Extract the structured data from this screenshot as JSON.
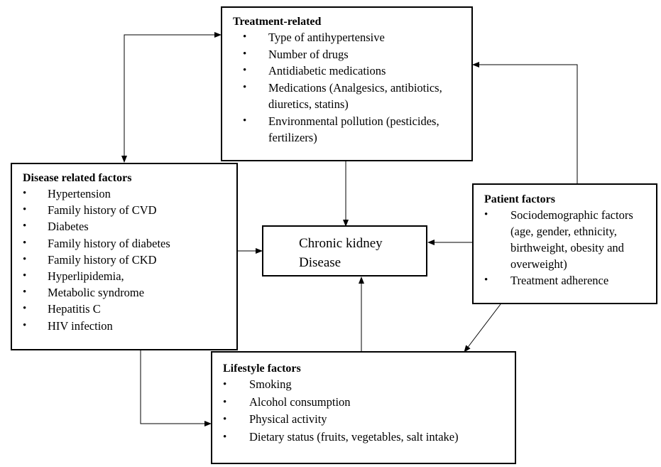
{
  "treatment": {
    "title": "Treatment-related",
    "items": [
      "Type of antihypertensive",
      "Number of drugs",
      "Antidiabetic medications",
      "Medications (Analgesics, antibiotics, diuretics, statins)",
      "Environmental pollution (pesticides, fertilizers)"
    ]
  },
  "disease": {
    "title": "Disease related factors",
    "items": [
      "Hypertension",
      "Family history of CVD",
      "Diabetes",
      "Family history of diabetes",
      "Family history of CKD",
      "Hyperlipidemia,",
      "Metabolic syndrome",
      "Hepatitis C",
      "HIV infection"
    ]
  },
  "patient": {
    "title": "Patient factors",
    "items": [
      "Sociodemographic factors (age, gender, ethnicity, birthweight, obesity and overweight)",
      "Treatment adherence"
    ]
  },
  "ckd": {
    "line1": "Chronic kidney",
    "line2": "Disease"
  },
  "lifestyle": {
    "title": "Lifestyle factors",
    "items": [
      "Smoking",
      "Alcohol consumption",
      "Physical activity",
      "Dietary status (fruits, vegetables, salt intake)"
    ]
  }
}
